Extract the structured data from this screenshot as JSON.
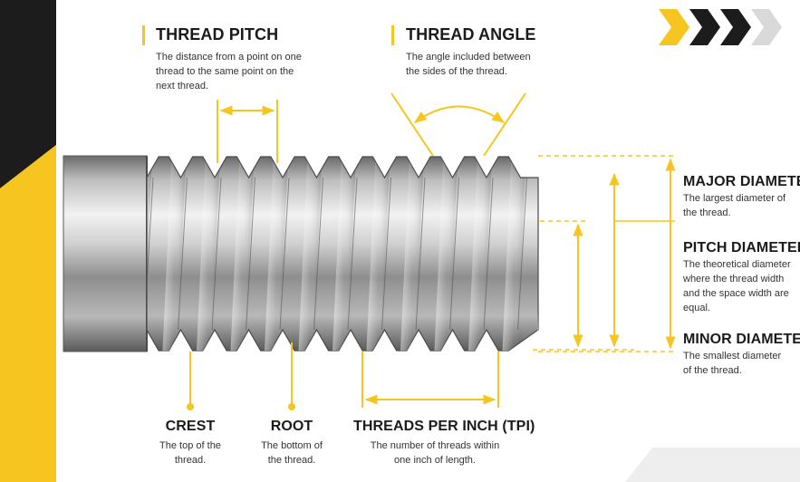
{
  "labels": {
    "thread_pitch": {
      "title": "THREAD PITCH",
      "desc": "The distance from a point on one thread to the same point on the next thread."
    },
    "thread_angle": {
      "title": "THREAD ANGLE",
      "desc": "The angle included between the sides of the thread."
    },
    "major_diameter": {
      "title": "MAJOR DIAMETER",
      "desc": "The largest diameter of the thread."
    },
    "pitch_diameter": {
      "title": "PITCH DIAMETER",
      "desc": "The theoretical diameter where the thread width and the space width are equal."
    },
    "minor_diameter": {
      "title": "MINOR DIAMETER",
      "desc": "The smallest diameter of the thread."
    },
    "crest": {
      "title": "CREST",
      "desc": "The top of the thread."
    },
    "root": {
      "title": "ROOT",
      "desc": "The bottom of the thread."
    },
    "tpi": {
      "title": "THREADS PER INCH (TPI)",
      "desc": "The number of threads within one inch of length."
    }
  },
  "colors": {
    "accent": "#f7c520",
    "dark": "#1c1c1c",
    "light_gray": "#d9d9d9",
    "steel": "#9a9a9a"
  },
  "icons": [
    "chevron-arrow-icon",
    "chevron-arrow-icon",
    "chevron-arrow-icon",
    "chevron-arrow-icon"
  ]
}
